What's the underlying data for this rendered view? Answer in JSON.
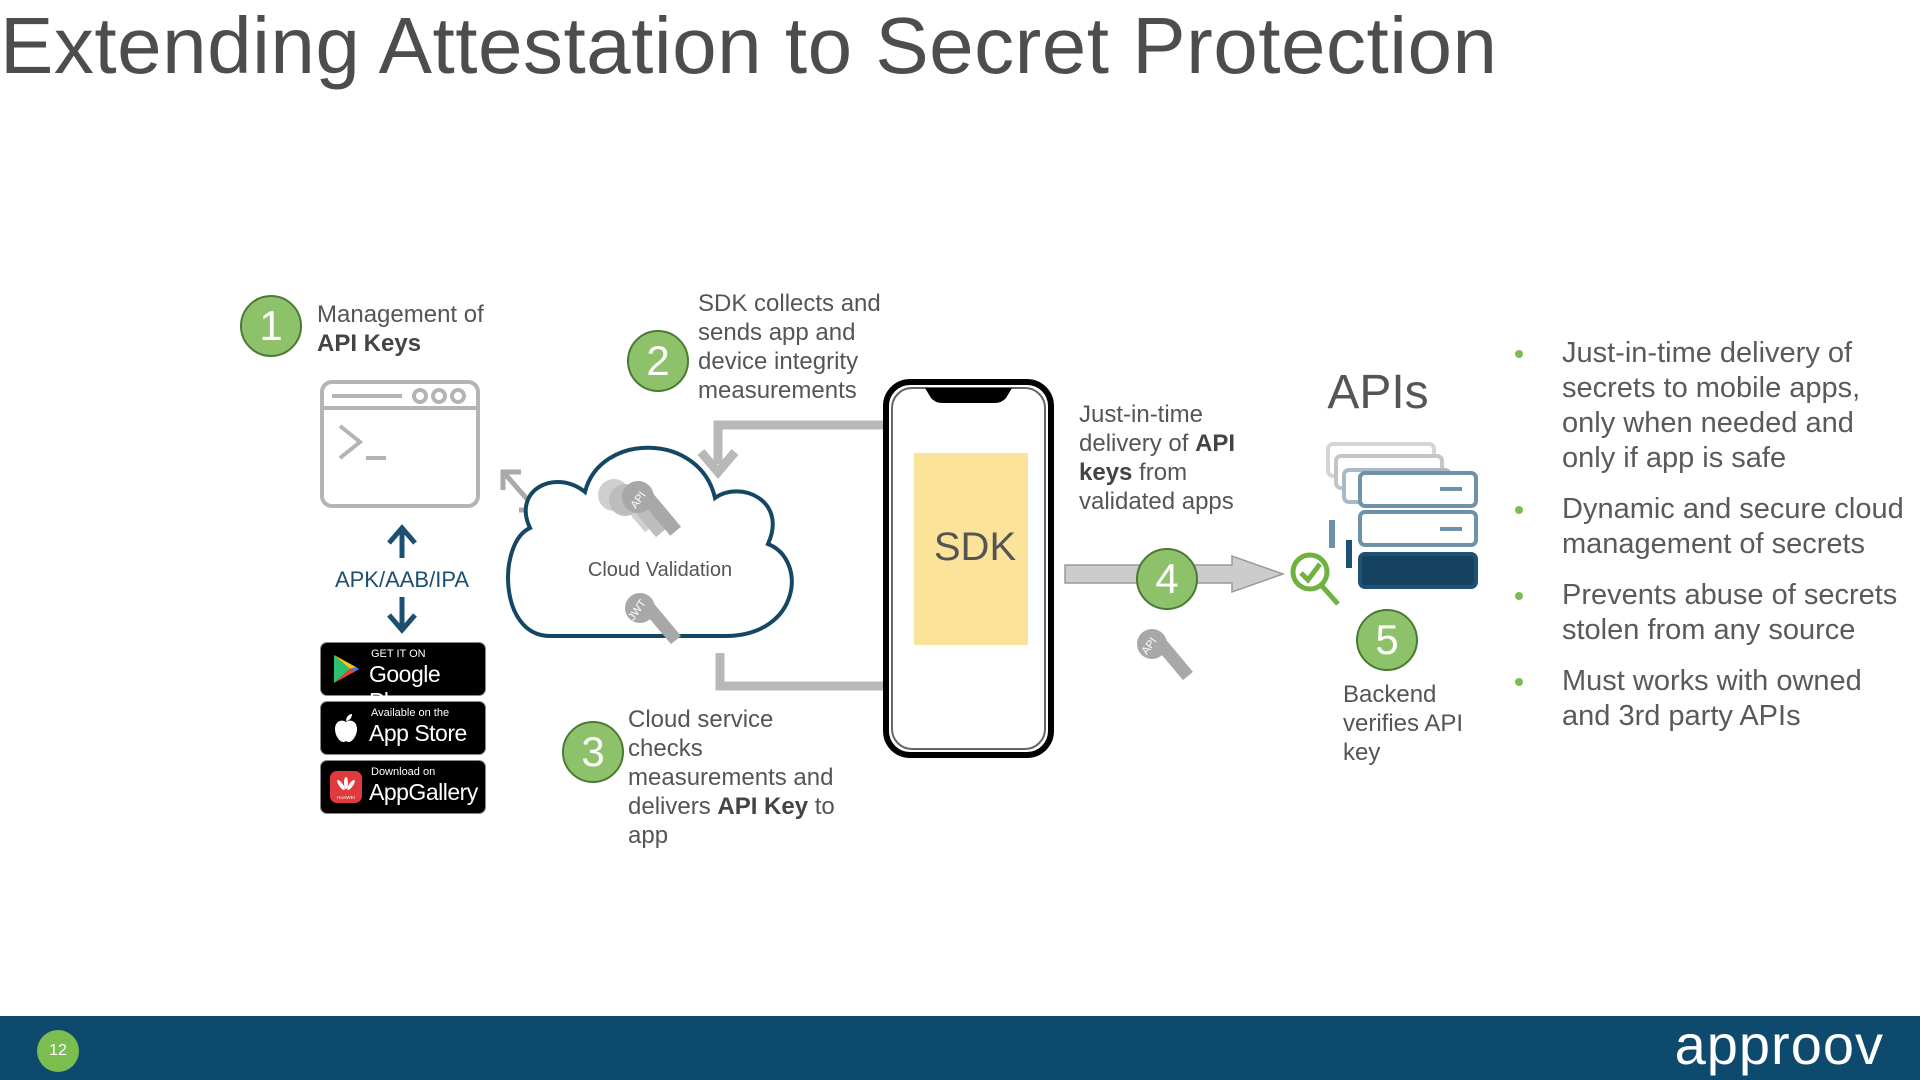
{
  "title": "Extending Attestation to Secret Protection",
  "steps": {
    "s1": {
      "num": "1",
      "text_a": "Management of",
      "text_b": "API Keys"
    },
    "s2": {
      "num": "2",
      "line1": "SDK collects and",
      "line2": "sends app and",
      "line3": "device integrity",
      "line4": "measurements"
    },
    "s3": {
      "num": "3",
      "line1": "Cloud  service",
      "line2": "checks",
      "line3": "measurements and",
      "line4a": "delivers ",
      "line4b": "API Key",
      "line4c": " to",
      "line5": "app"
    },
    "s4": {
      "num": "4",
      "line1": "Just-in-time",
      "line2a": "delivery of ",
      "line2b": "API",
      "line3a": "keys",
      "line3b": " from",
      "line4": "validated apps"
    },
    "s5": {
      "num": "5",
      "line1": "Backend",
      "line2": "verifies API",
      "line3": "key"
    }
  },
  "apk_label": "APK/AAB/IPA",
  "cloud_label": "Cloud Validation",
  "sdk_label": "SDK",
  "apis_label": "APIs",
  "key_tags": {
    "api": "API",
    "jwt": "JWT"
  },
  "stores": [
    {
      "small": "GET IT ON",
      "big": "Google Play",
      "icon": "google-play-icon"
    },
    {
      "small": "Available on the",
      "big": "App Store",
      "icon": "apple-icon"
    },
    {
      "small": "Download on",
      "big": "AppGallery",
      "icon": "huawei-icon",
      "brand": "HUAWEI"
    }
  ],
  "bullets": [
    "Just-in-time delivery of secrets to mobile apps, only when needed and only if app is safe",
    "Dynamic and secure cloud management of secrets",
    "Prevents abuse of secrets stolen from any source",
    "Must works with owned and 3rd party APIs"
  ],
  "footer": {
    "page_number": "12",
    "brand": "approov"
  },
  "colors": {
    "accent_green": "#8dc26b",
    "navy": "#0e4a6d",
    "sdk_fill": "#fbe49a",
    "gray_arrow": "#b8b8b8"
  }
}
